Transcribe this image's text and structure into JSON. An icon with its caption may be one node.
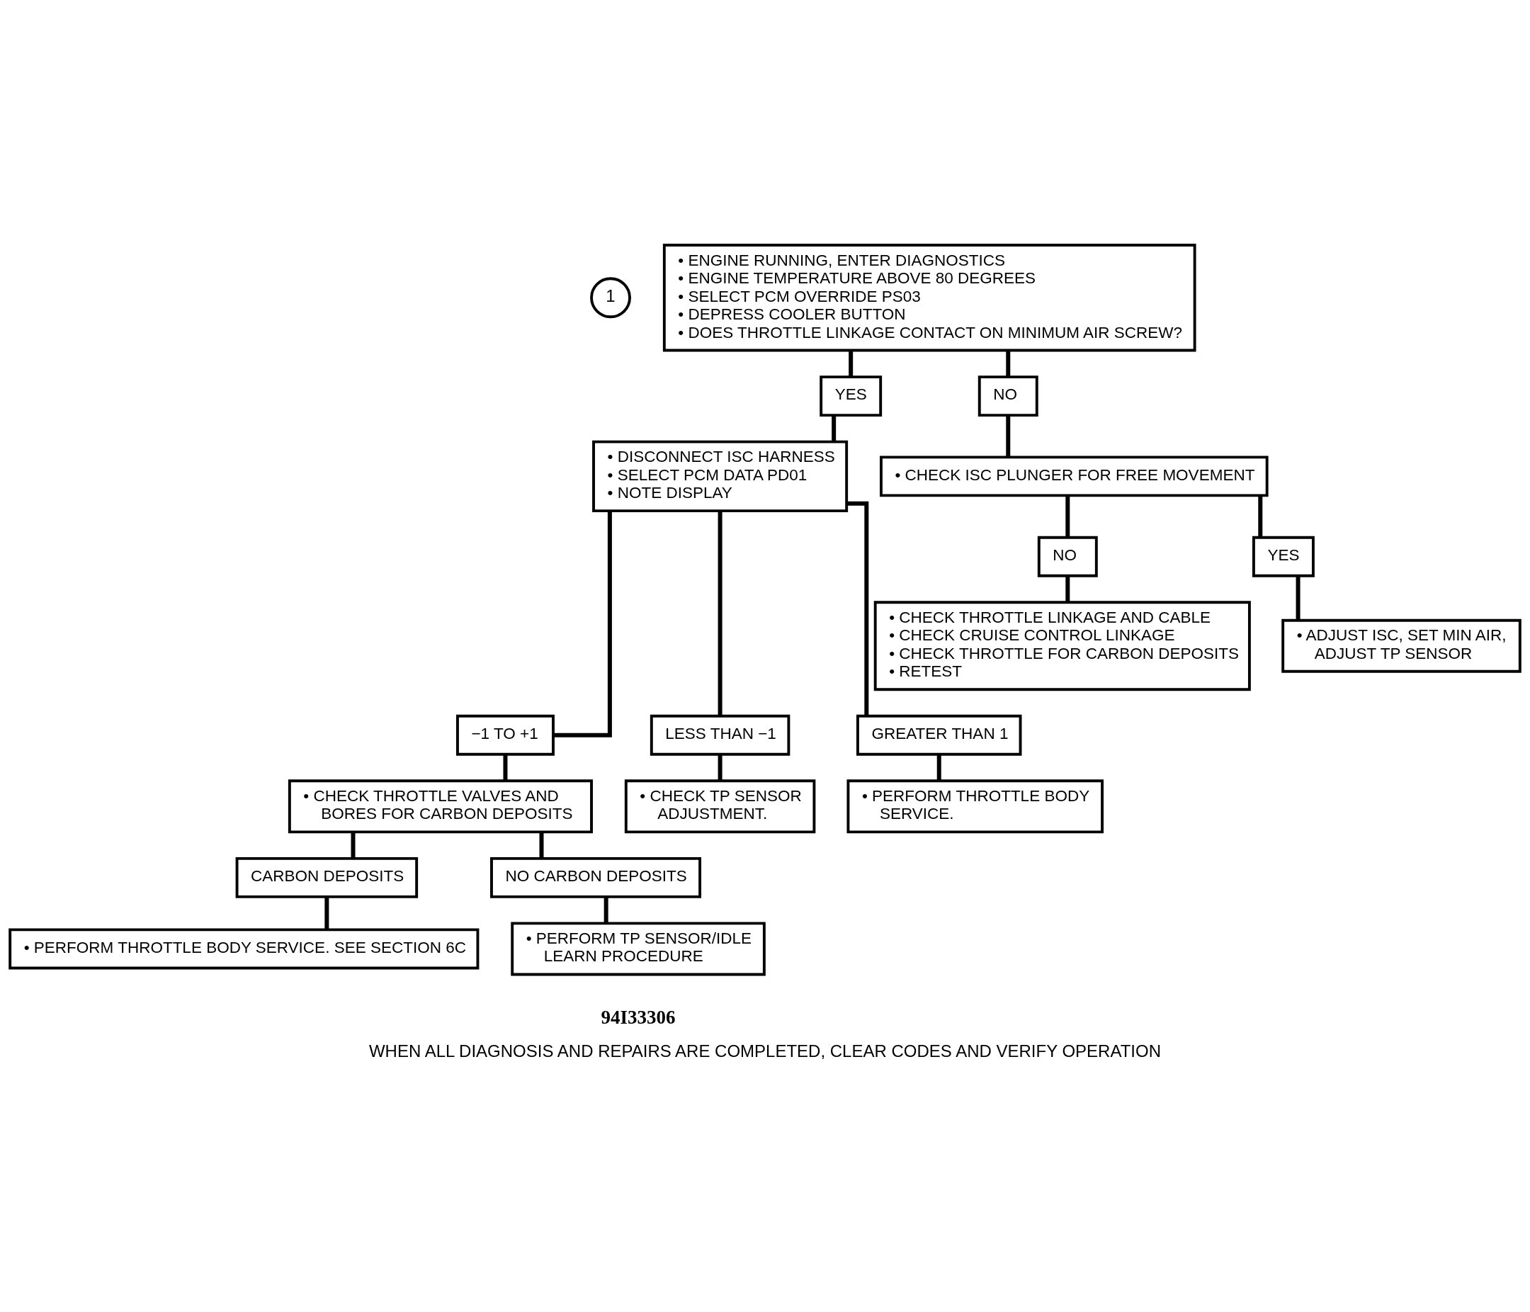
{
  "diagram": {
    "caption": "WHEN ALL DIAGNOSIS AND REPAIRS ARE COMPLETED, CLEAR CODES AND VERIFY OPERATION",
    "nodes": [
      {
        "text": [
          "1"
        ]
      },
      {
        "text": [
          "• ENGINE RUNNING, ENTER DIAGNOSTICS",
          "• ENGINE TEMPERATURE ABOVE 80 DEGREES",
          "• SELECT PCM OVERRIDE PS03",
          "• DEPRESS COOLER BUTTON",
          "• DOES THROTTLE LINKAGE CONTACT ON MINIMUM AIR SCREW?"
        ]
      },
      {
        "text": [
          "YES"
        ]
      },
      {
        "text": [
          "NO"
        ]
      },
      {
        "text": [
          "• DISCONNECT ISC HARNESS",
          "• SELECT PCM DATA PD01",
          "• NOTE DISPLAY"
        ]
      },
      {
        "text": [
          "• CHECK ISC PLUNGER FOR FREE MOVEMENT"
        ]
      },
      {
        "text": [
          "NO"
        ]
      },
      {
        "text": [
          "YES"
        ]
      },
      {
        "text": [
          "• CHECK THROTTLE LINKAGE AND CABLE",
          "• CHECK CRUISE CONTROL LINKAGE",
          "• CHECK THROTTLE FOR CARBON DEPOSITS",
          "• RETEST"
        ]
      },
      {
        "text": [
          "• ADJUST ISC, SET MIN AIR, ADJUST TP SENSOR"
        ]
      },
      {
        "text": [
          "−1 TO +1"
        ]
      },
      {
        "text": [
          "LESS THAN −1"
        ]
      },
      {
        "text": [
          "GREATER THAN 1"
        ]
      },
      {
        "text": [
          "• CHECK THROTTLE VALVES AND BORES FOR CARBON DEPOSITS"
        ]
      },
      {
        "text": [
          "• CHECK TP SENSOR ADJUSTMENT."
        ]
      },
      {
        "text": [
          "• PERFORM THROTTLE BODY SERVICE."
        ]
      },
      {
        "text": [
          "CARBON DEPOSITS"
        ]
      },
      {
        "text": [
          "NO CARBON DEPOSITS"
        ]
      },
      {
        "text": [
          "• PERFORM THROTTLE BODY SERVICE. SEE SECTION 6C"
        ]
      },
      {
        "text": [
          "• PERFORM TP SENSOR/IDLE LEARN PROCEDURE"
        ]
      }
    ],
    "edges": [
      {
        "from": 1,
        "to": 2,
        "arrow": "none"
      },
      {
        "from": 1,
        "to": 3,
        "arrow": "none"
      },
      {
        "from": 2,
        "to": 4,
        "arrow": "none"
      },
      {
        "from": 3,
        "to": 5,
        "arrow": "none"
      },
      {
        "from": 5,
        "to": 6,
        "arrow": "none"
      },
      {
        "from": 5,
        "to": 7,
        "arrow": "none"
      },
      {
        "from": 6,
        "to": 8,
        "arrow": "none"
      },
      {
        "from": 7,
        "to": 9,
        "arrow": "none"
      },
      {
        "from": 4,
        "to": 10,
        "arrow": "none"
      },
      {
        "from": 4,
        "to": 11,
        "arrow": "none"
      },
      {
        "from": 4,
        "to": 12,
        "arrow": "none"
      },
      {
        "from": 10,
        "to": 13,
        "arrow": "none"
      },
      {
        "from": 11,
        "to": 14,
        "arrow": "none"
      },
      {
        "from": 12,
        "to": 15,
        "arrow": "none"
      },
      {
        "from": 13,
        "to": 16,
        "arrow": "none"
      },
      {
        "from": 13,
        "to": 17,
        "arrow": "none"
      },
      {
        "from": 16,
        "to": 18,
        "arrow": "none"
      },
      {
        "from": 17,
        "to": 19,
        "arrow": "none"
      }
    ],
    "labels": [
      "94I33306"
    ]
  }
}
